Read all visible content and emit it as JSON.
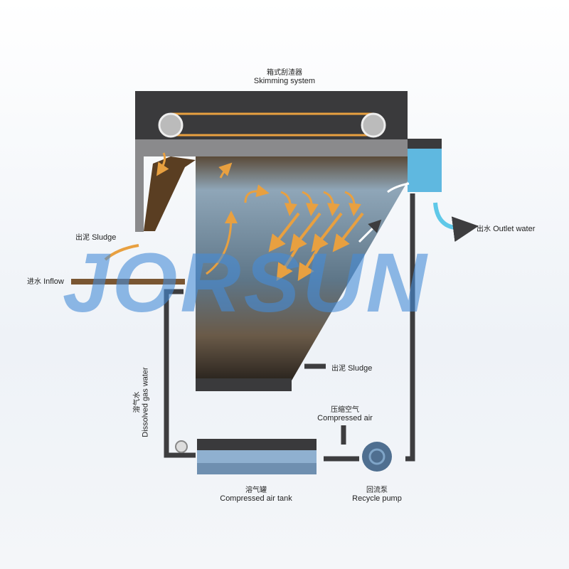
{
  "skimming": {
    "cn": "箱式刮渣器",
    "en": "Skimming system"
  },
  "sludge_top": {
    "cn": "出泥",
    "en": "Sludge"
  },
  "inflow": {
    "cn": "进水",
    "en": "Inflow"
  },
  "outlet": {
    "cn": "出水",
    "en": "Outlet water"
  },
  "sludge_bottom": {
    "cn": "出泥",
    "en": "Sludge"
  },
  "compressed_air": {
    "cn": "压缩空气",
    "en": "Compressed air"
  },
  "recycle_pump": {
    "cn": "回流泵",
    "en": "Recycle pump"
  },
  "air_tank": {
    "cn": "溶气罐",
    "en": "Compressed air tank"
  },
  "dissolved_gas": {
    "cn": "溶气水",
    "en": "Dissolved gas water"
  },
  "logo": "JORSUN",
  "colors": {
    "frame": "#3a3a3c",
    "sludge": "#6b4a2a",
    "water": "#5fb8e0",
    "arrow_orange": "#e8a040",
    "pipe": "#3d3d3f",
    "tank_blue": "#6f8fb0"
  }
}
